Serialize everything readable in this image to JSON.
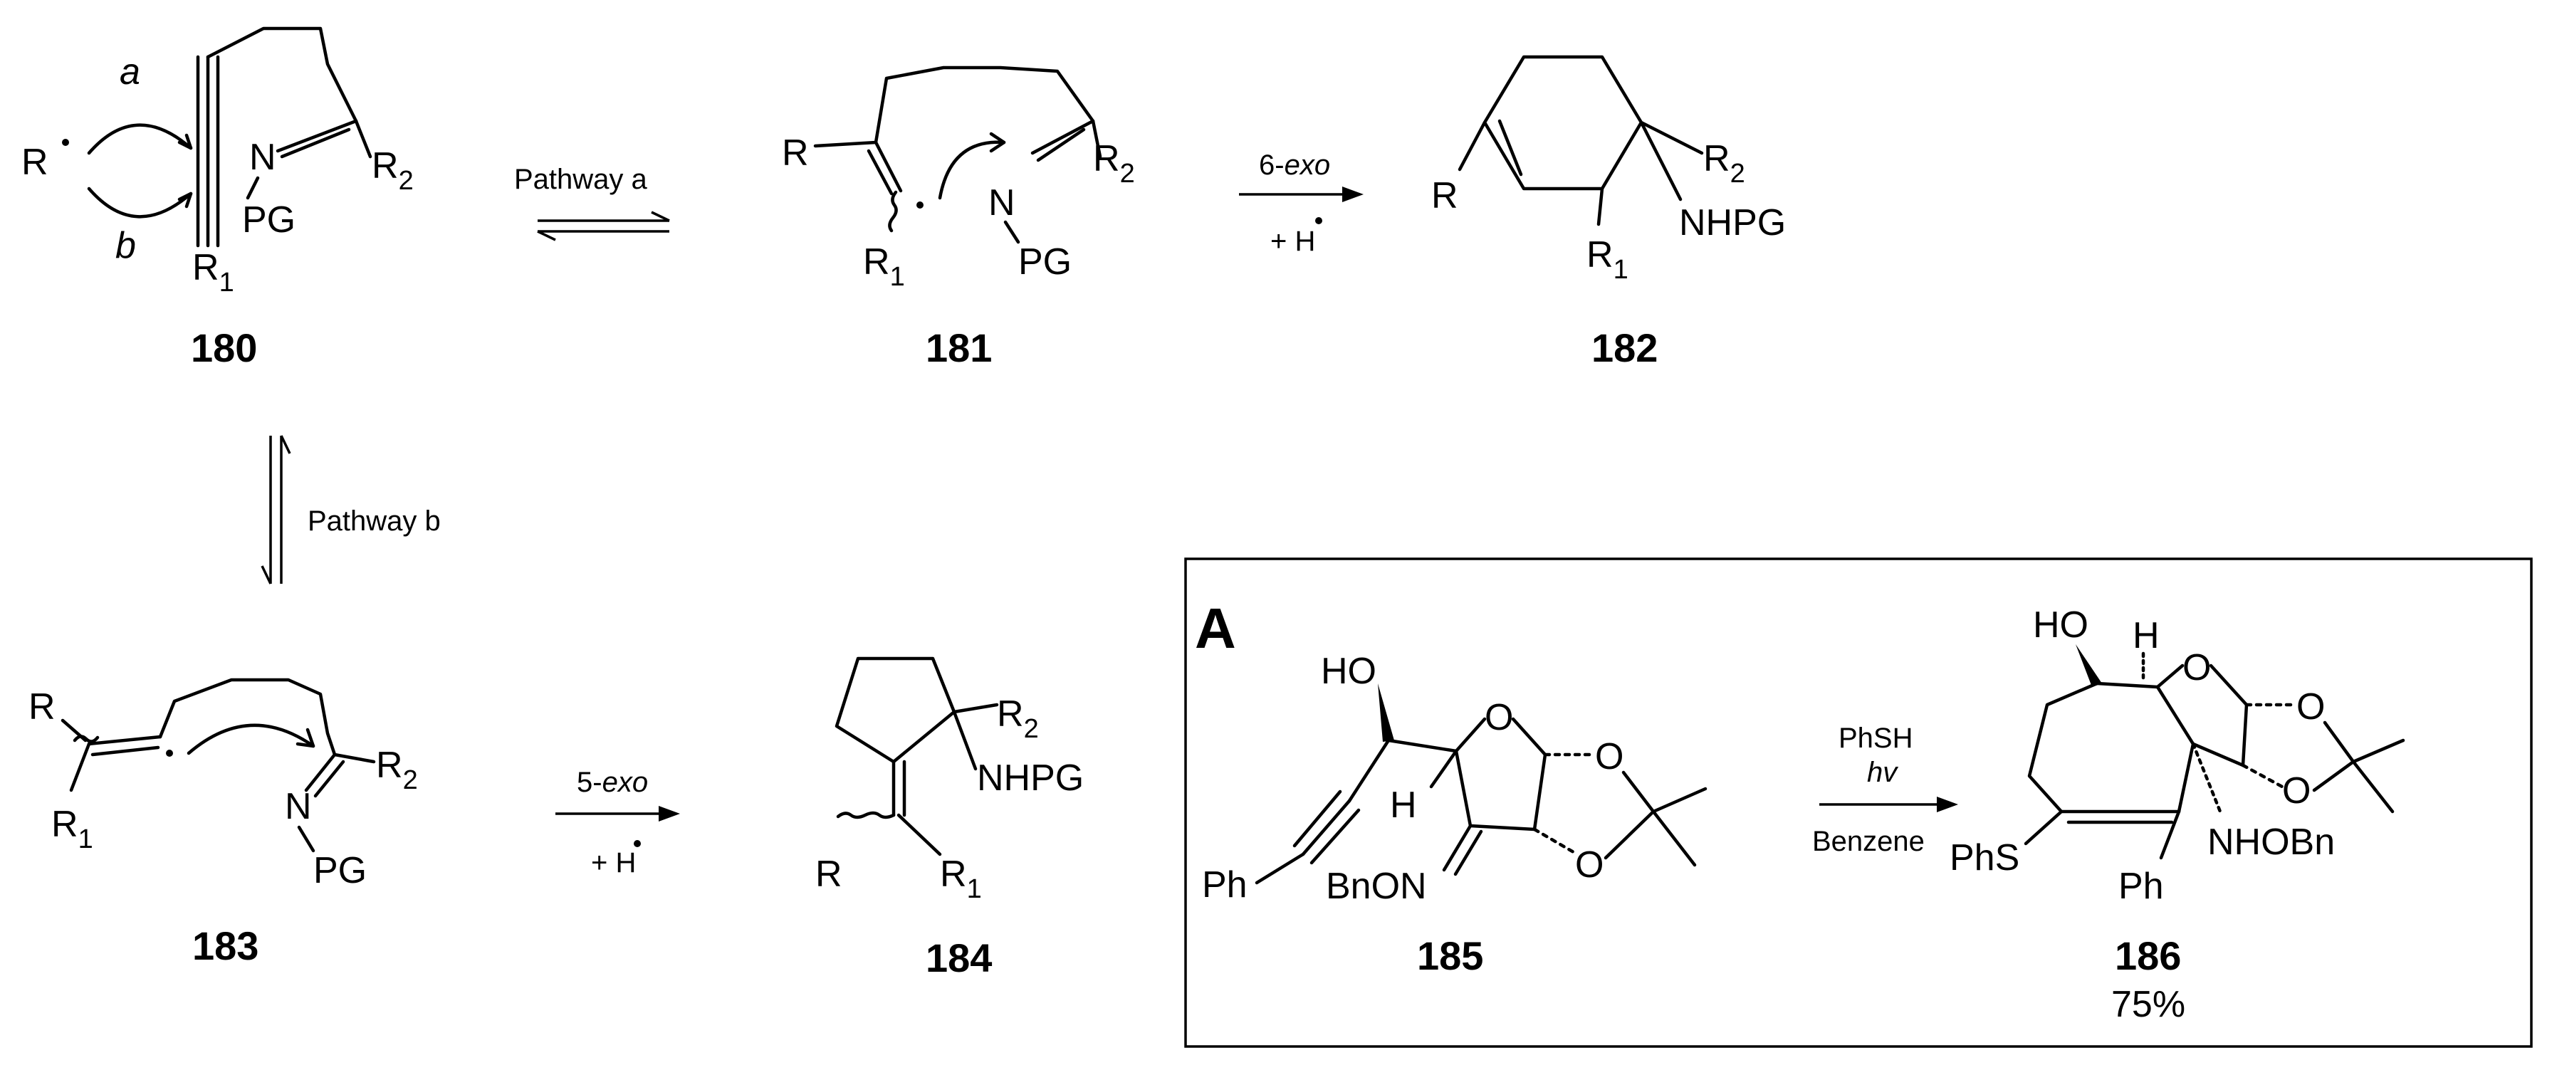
{
  "pathways": {
    "a": "Pathway a",
    "b": "Pathway b"
  },
  "arrows": {
    "six_exo": {
      "pre": "6-",
      "em": "exo",
      "h": "+ H"
    },
    "five_exo": {
      "pre": "5-",
      "em": "exo",
      "h": "+ H"
    }
  },
  "compounds": {
    "c180": "180",
    "c181": "181",
    "c182": "182",
    "c183": "183",
    "c184": "184",
    "c185": "185",
    "c186": "186",
    "yield186": "75%"
  },
  "box": {
    "label": "A",
    "reagent1": "PhSH",
    "reagent2": "hv",
    "solvent": "Benzene"
  },
  "atoms": {
    "R": "R",
    "R1": "R",
    "R2": "R",
    "sub1": "1",
    "sub2": "2",
    "N": "N",
    "PG": "PG",
    "NHPG": "NHPG",
    "a": "a",
    "b": "b",
    "HO": "HO",
    "H": "H",
    "O": "O",
    "BnON": "BnON",
    "Ph": "Ph",
    "PhS": "PhS",
    "NHOBn": "NHOBn"
  }
}
